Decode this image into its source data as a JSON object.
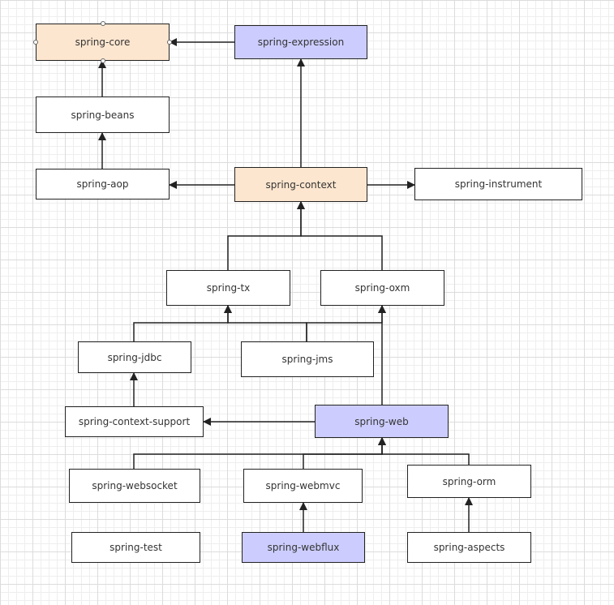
{
  "diagram": {
    "nodes": [
      {
        "id": "core",
        "label": "spring-core",
        "fill": "#fde6cf"
      },
      {
        "id": "expression",
        "label": "spring-expression",
        "fill": "#cccdfe"
      },
      {
        "id": "beans",
        "label": "spring-beans",
        "fill": "#ffffff"
      },
      {
        "id": "aop",
        "label": "spring-aop",
        "fill": "#ffffff"
      },
      {
        "id": "context",
        "label": "spring-context",
        "fill": "#fde6cf"
      },
      {
        "id": "instrument",
        "label": "spring-instrument",
        "fill": "#ffffff"
      },
      {
        "id": "tx",
        "label": "spring-tx",
        "fill": "#ffffff"
      },
      {
        "id": "oxm",
        "label": "spring-oxm",
        "fill": "#ffffff"
      },
      {
        "id": "jdbc",
        "label": "spring-jdbc",
        "fill": "#ffffff"
      },
      {
        "id": "jms",
        "label": "spring-jms",
        "fill": "#ffffff"
      },
      {
        "id": "context_support",
        "label": "spring-context-support",
        "fill": "#ffffff"
      },
      {
        "id": "web",
        "label": "spring-web",
        "fill": "#cccdfe"
      },
      {
        "id": "websocket",
        "label": "spring-websocket",
        "fill": "#ffffff"
      },
      {
        "id": "webmvc",
        "label": "spring-webmvc",
        "fill": "#ffffff"
      },
      {
        "id": "orm",
        "label": "spring-orm",
        "fill": "#ffffff"
      },
      {
        "id": "test",
        "label": "spring-test",
        "fill": "#ffffff"
      },
      {
        "id": "webflux",
        "label": "spring-webflux",
        "fill": "#cccdfe"
      },
      {
        "id": "aspects",
        "label": "spring-aspects",
        "fill": "#ffffff"
      }
    ],
    "edges": [
      {
        "from": "expression",
        "to": "core"
      },
      {
        "from": "beans",
        "to": "core"
      },
      {
        "from": "aop",
        "to": "beans"
      },
      {
        "from": "context",
        "to": "expression"
      },
      {
        "from": "context",
        "to": "aop"
      },
      {
        "from": "context",
        "to": "instrument"
      },
      {
        "from": "tx",
        "to": "context"
      },
      {
        "from": "oxm",
        "to": "context"
      },
      {
        "from": "jdbc",
        "to": "tx"
      },
      {
        "from": "jms",
        "to": "tx"
      },
      {
        "from": "jms",
        "to": "oxm"
      },
      {
        "from": "context_support",
        "to": "jdbc"
      },
      {
        "from": "web",
        "to": "oxm"
      },
      {
        "from": "web",
        "to": "context_support"
      },
      {
        "from": "websocket",
        "to": "web"
      },
      {
        "from": "webmvc",
        "to": "web"
      },
      {
        "from": "orm",
        "to": "web"
      },
      {
        "from": "webflux",
        "to": "webmvc"
      },
      {
        "from": "aspects",
        "to": "orm"
      }
    ]
  }
}
